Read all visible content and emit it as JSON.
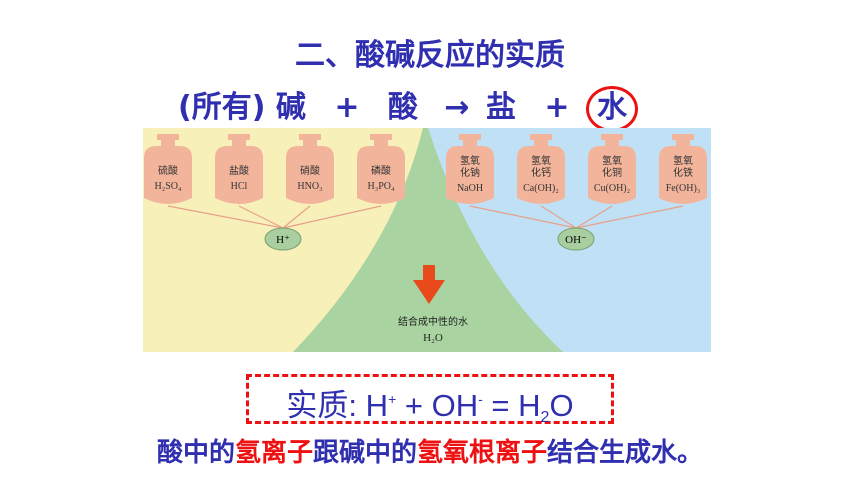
{
  "title": "二、酸碱反应的实质",
  "equation": {
    "prefix": "(所有)",
    "base": "碱",
    "plus1": "+",
    "acid": "酸",
    "arrow": "→",
    "salt": "盐",
    "plus2": "+",
    "water": "水"
  },
  "acids": [
    {
      "name": "硫酸",
      "formula": "H₂SO₄"
    },
    {
      "name": "盐酸",
      "formula": "HCl"
    },
    {
      "name": "硝酸",
      "formula": "HNO₃"
    },
    {
      "name": "磷酸",
      "formula": "H₃PO₄"
    }
  ],
  "bases": [
    {
      "name1": "氢氧",
      "name2": "化钠",
      "formula": "NaOH"
    },
    {
      "name1": "氢氧",
      "name2": "化钙",
      "formula": "Ca(OH)₂"
    },
    {
      "name1": "氢氧",
      "name2": "化铜",
      "formula": "Cu(OH)₂"
    },
    {
      "name1": "氢氧",
      "name2": "化铁",
      "formula": "Fe(OH)₃"
    }
  ],
  "ion_h": "H⁺",
  "ion_oh": "OH⁻",
  "result_text": "结合成中性的水",
  "result_formula": "H₂O",
  "essence": {
    "label": "实质:",
    "h": "H",
    "h_charge": "+",
    "plus": "+",
    "oh": "OH",
    "oh_charge": "-",
    "equals": "=",
    "h2o_h": "H",
    "h2o_sub": "2",
    "h2o_o": "O"
  },
  "summary": {
    "p1": "酸中的",
    "p2": "氢离子",
    "p3": "跟碱中的",
    "p4": "氢氧根离子",
    "p5": "结合生成水。"
  },
  "colors": {
    "title": "#2f2fb0",
    "highlight": "#e11",
    "acid_bg": "#f7f0b8",
    "base_bg": "#bfe0f5",
    "water_bg": "#a9d3a0",
    "bottle": "#f3b49c",
    "arrow": "#e84a1c"
  }
}
